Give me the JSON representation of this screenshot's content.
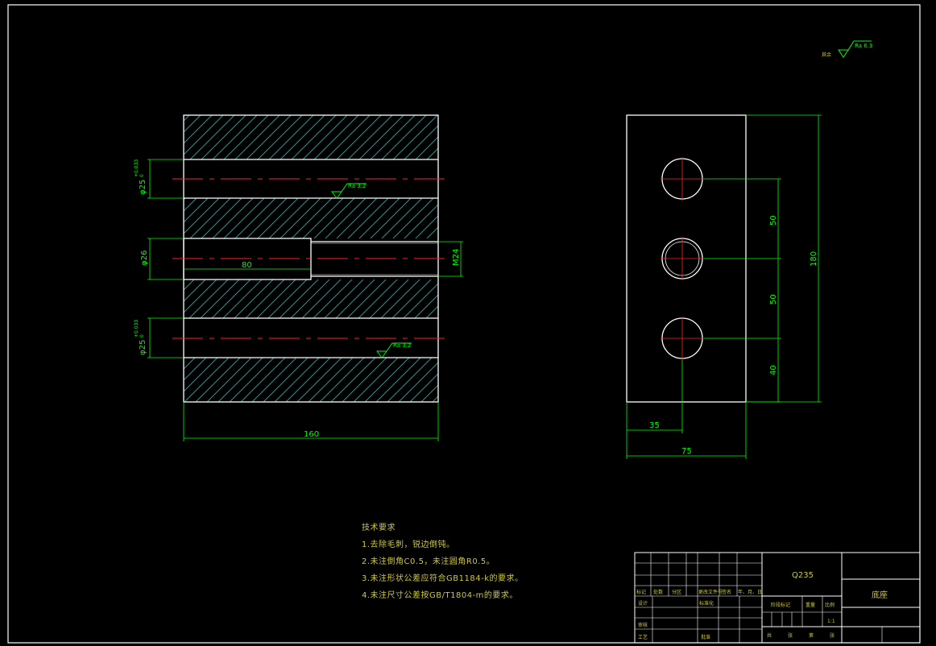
{
  "colors": {
    "background": "#000000",
    "outline": "#ffffff",
    "dimension": "#00ff00",
    "hatch": "#00bcbc",
    "centerline": "#ff2020",
    "notes_text": "#cfc93a"
  },
  "roughness_general": {
    "prefix": "其余",
    "value": "Ra 6.3"
  },
  "front_view": {
    "dim_overall_length": "160",
    "dim_step_length": "80",
    "dim_bore_upper": "φ25",
    "dim_bore_upper_tol_upper": "+0.033",
    "dim_bore_upper_tol_lower": "0",
    "dim_bore_lower": "φ25",
    "dim_bore_lower_tol_upper": "+0.033",
    "dim_bore_lower_tol_lower": "0",
    "dim_bore_middle": "φ26",
    "dim_thread": "M24",
    "roughness_upper": "Ra 3.2",
    "roughness_lower": "Ra 3.2"
  },
  "side_view": {
    "dim_height": "180",
    "dim_spacing_top": "50",
    "dim_spacing_middle": "50",
    "dim_bottom_offset": "40",
    "dim_hole_offset": "35",
    "dim_width": "75"
  },
  "technical_requirements": {
    "heading": "技术要求",
    "items": [
      "1.去除毛刺，锐边倒钝。",
      "2.未注倒角C0.5，未注圆角R0.5。",
      "3.未注形状公差应符合GB1184-k的要求。",
      "4.未注尺寸公差按GB/T1804-m的要求。"
    ]
  },
  "title_block": {
    "material": "Q235",
    "part_name": "底座",
    "scale": "1:1",
    "header_labels": [
      "标记",
      "处数",
      "分区",
      "更改文件号",
      "签名",
      "年、月、日"
    ],
    "designer_label": "设计",
    "standardization_label": "标准化",
    "review_label": "审核",
    "process_label": "工艺",
    "approve_label": "批准",
    "stage_mark_label": "阶段标记",
    "weight_label": "重量",
    "scale_label": "比例",
    "sheet_labels": [
      "共",
      "张",
      "第",
      "张"
    ]
  }
}
